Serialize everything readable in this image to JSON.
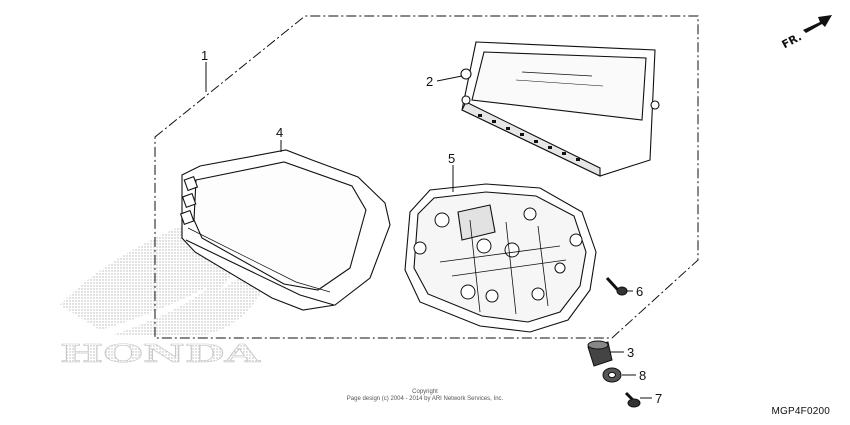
{
  "diagram": {
    "watermark": "HONDA",
    "direction_label": "FR.",
    "parts": [
      {
        "number": "1"
      },
      {
        "number": "2"
      },
      {
        "number": "3"
      },
      {
        "number": "4"
      },
      {
        "number": "5"
      },
      {
        "number": "6"
      },
      {
        "number": "7"
      },
      {
        "number": "8"
      }
    ],
    "copyright_line1": "Copyright",
    "copyright_line2": "Page design (c) 2004 - 2014 by ARI Network Services, Inc.",
    "diagram_code": "MGP4F0200"
  },
  "colors": {
    "line": "#111111",
    "watermark": "#c8c8c8"
  }
}
